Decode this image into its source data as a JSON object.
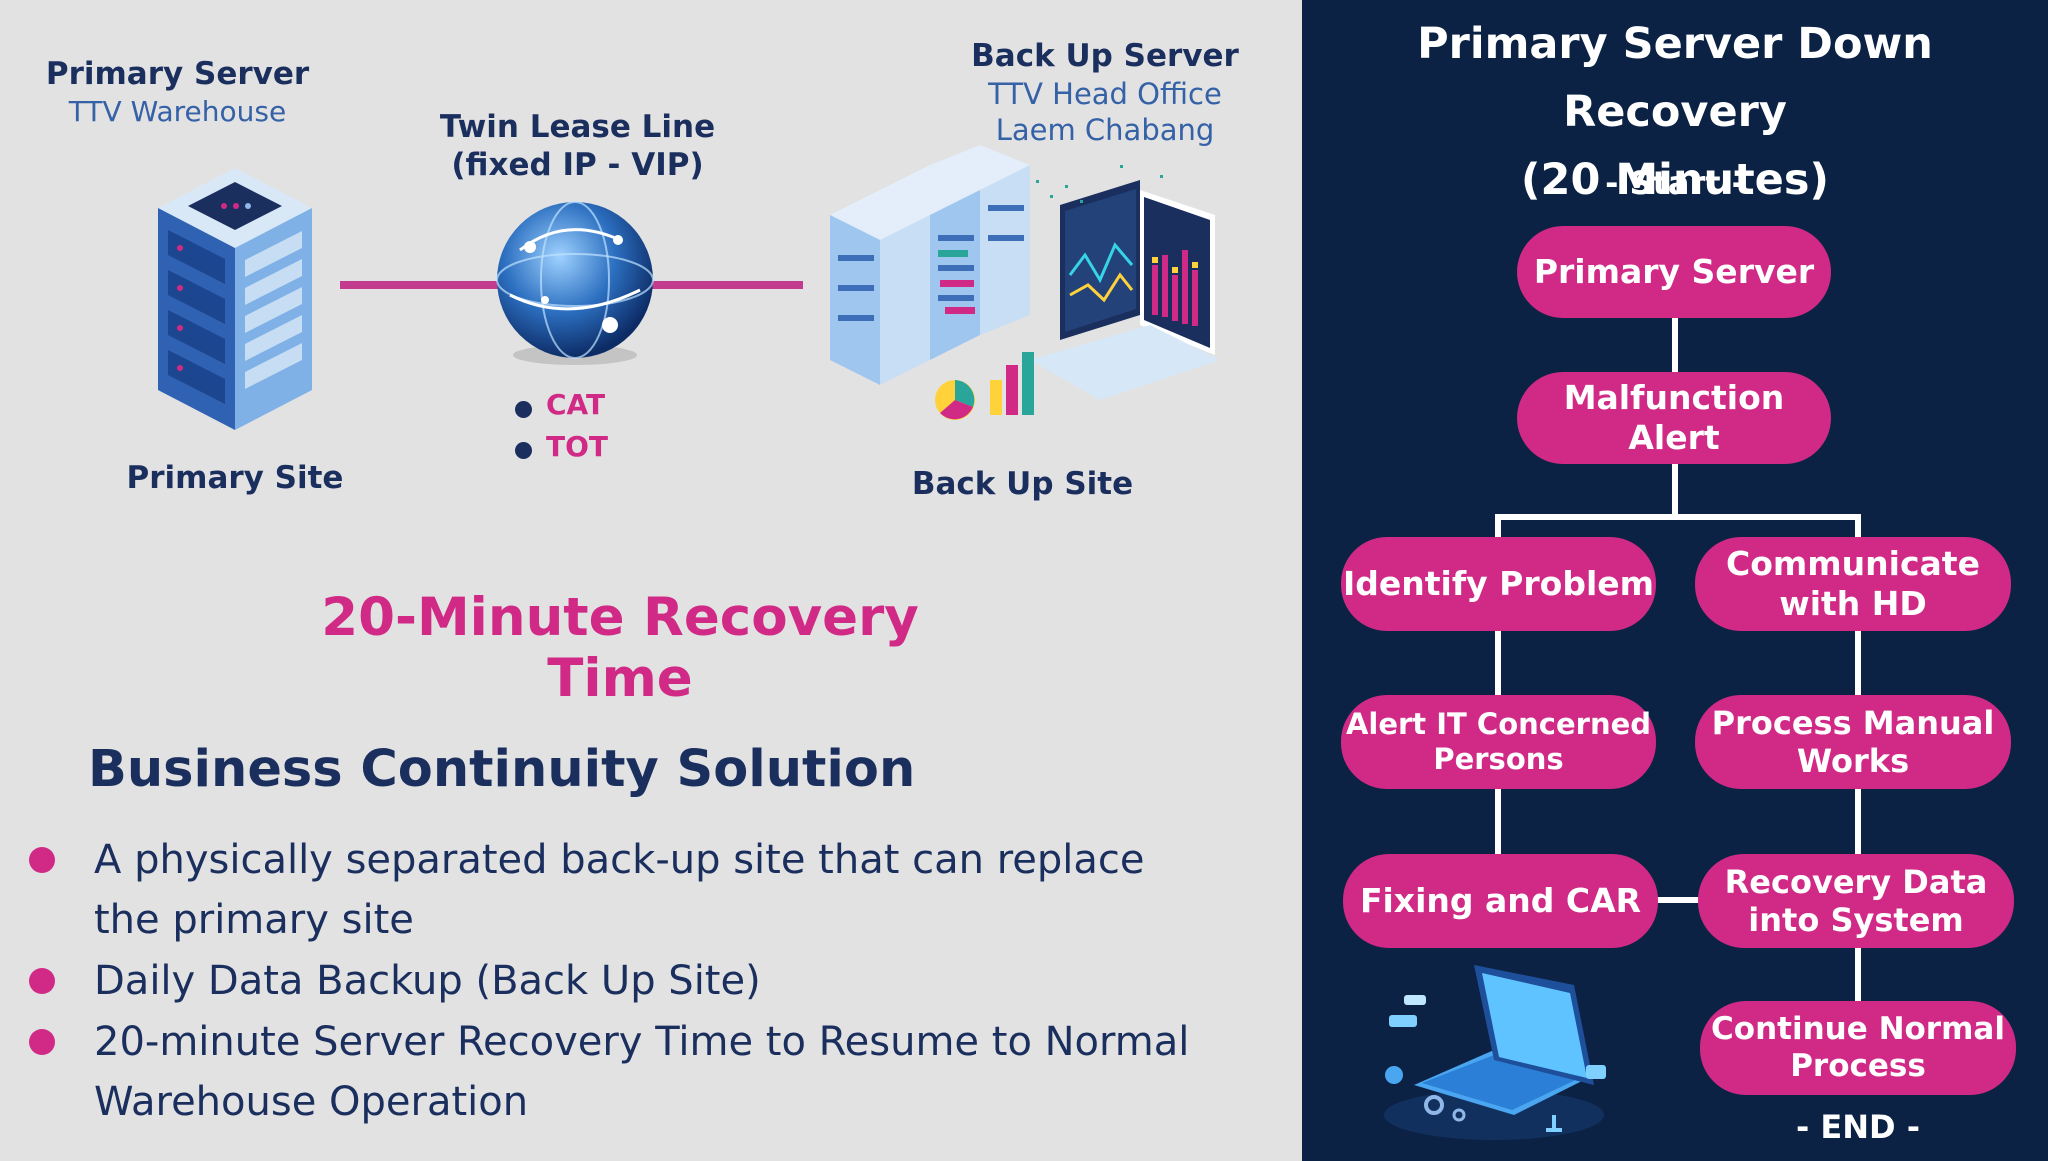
{
  "primary": {
    "title": "Primary Server",
    "location": "TTV Warehouse",
    "site_label": "Primary Site"
  },
  "link": {
    "title_line1": "Twin Lease Line",
    "title_line2": "(fixed IP - VIP)",
    "providers": [
      "CAT",
      "TOT"
    ]
  },
  "backup": {
    "title": "Back Up Server",
    "location_line1": "TTV Head Office",
    "location_line2": "Laem Chabang",
    "site_label": "Back Up Site"
  },
  "recovery_time_heading": "20-Minute Recovery Time",
  "continuity": {
    "heading": "Business Continuity Solution",
    "bullets": [
      {
        "line1": "A physically separated back-up site that can replace",
        "line2": "the primary site"
      },
      {
        "line1": "Daily Data Backup (Back Up Site)",
        "line2": ""
      },
      {
        "line1": "20-minute Server Recovery  Time to Resume to Normal",
        "line2": "Warehouse Operation"
      }
    ]
  },
  "flow": {
    "title_line1": "Primary Server Down Recovery",
    "title_line2": "(20 Minutes)",
    "start": "- Start -",
    "end": "- END -",
    "steps": {
      "primary_server": "Primary Server",
      "malfunction_alert": "Malfunction Alert",
      "identify_problem": "Identify Problem",
      "communicate_l1": "Communicate",
      "communicate_l2": "with HD",
      "alert_it_l1": "Alert IT Concerned",
      "alert_it_l2": "Persons",
      "process_manual_l1": "Process Manual",
      "process_manual_l2": "Works",
      "fixing": "Fixing and CAR",
      "recovery_l1": "Recovery Data",
      "recovery_l2": "into System",
      "continue_l1": "Continue Normal",
      "continue_l2": "Process"
    }
  },
  "colors": {
    "navy": "#1b2f5e",
    "accent_pink": "#d02a86",
    "panel_dark": "#0b2244",
    "background": "#e2e2e2",
    "sub_blue": "#3561a7"
  },
  "icons": [
    "server-rack-icon",
    "globe-network-icon",
    "backup-datacenter-icon",
    "laptop-cloud-icon"
  ]
}
